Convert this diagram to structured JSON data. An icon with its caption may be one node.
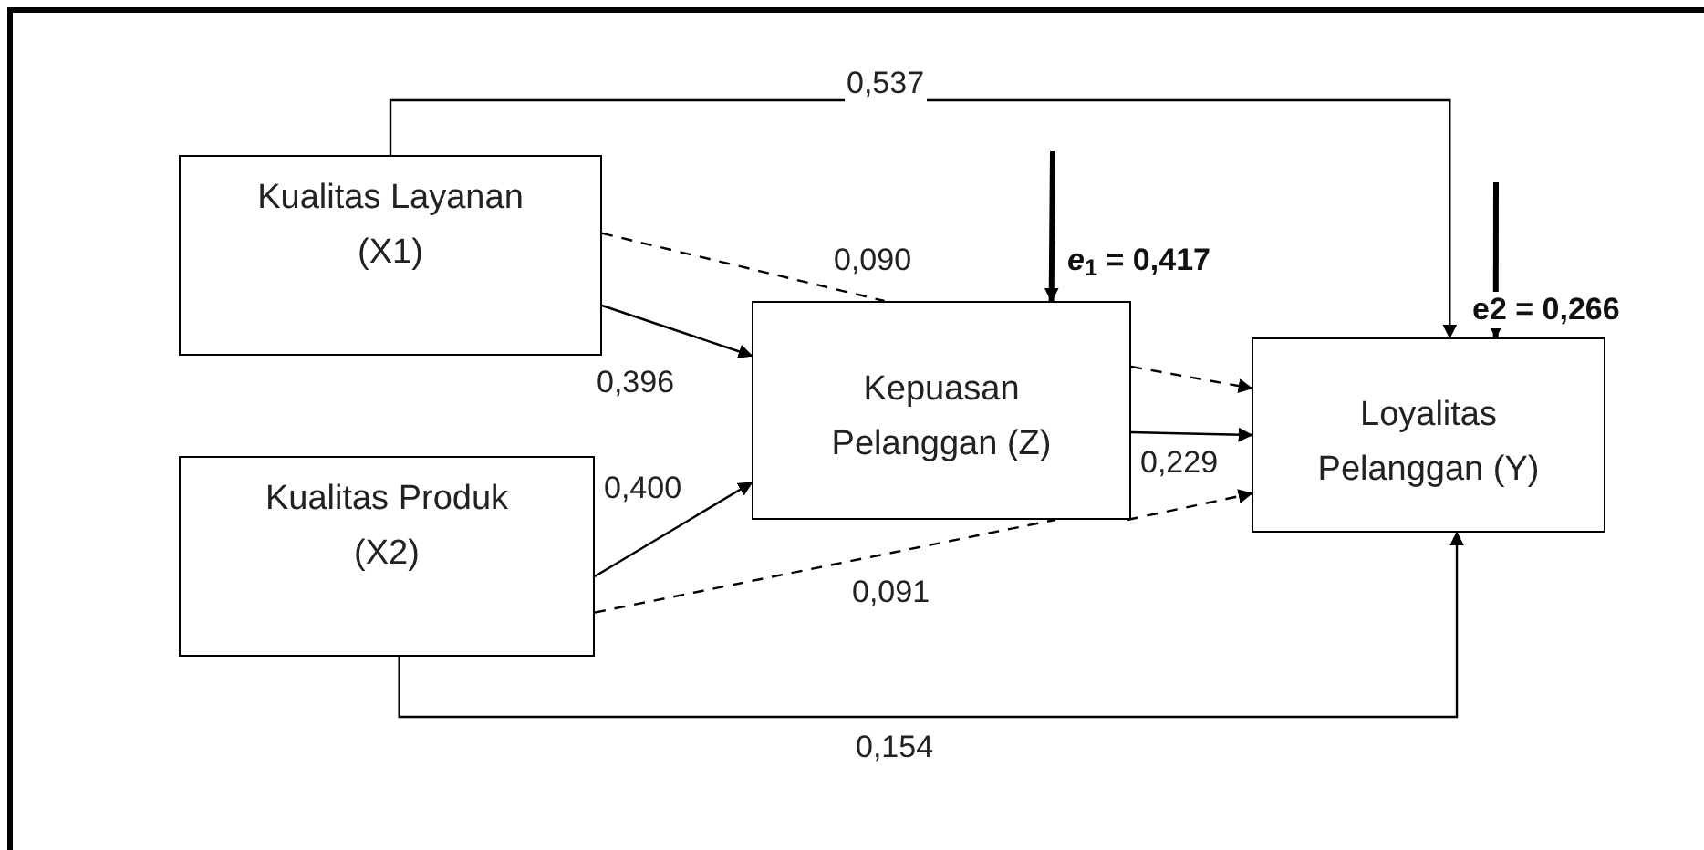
{
  "diagram": {
    "nodes": [
      {
        "text": [
          "Kualitas Layanan (X1)"
        ]
      },
      {
        "text": [
          "Kualitas Produk (X2)"
        ]
      },
      {
        "text": [
          "Kepuasan Pelanggan (Z)"
        ]
      },
      {
        "text": [
          "Loyalitas Pelanggan (Y)"
        ]
      }
    ],
    "edges": [
      {
        "from": 0,
        "to": 3,
        "arrow": "to",
        "label": "0,537"
      },
      {
        "from": 0,
        "to": 2,
        "arrow": "none",
        "label": "0,090",
        "style": "dashed"
      },
      {
        "from": 2,
        "to": 3,
        "arrow": "to",
        "style": "dashed"
      },
      {
        "from": 0,
        "to": 2,
        "arrow": "to",
        "label": "0,396"
      },
      {
        "from": 1,
        "to": 2,
        "arrow": "to",
        "label": "0,400"
      },
      {
        "from": 2,
        "to": 3,
        "arrow": "to",
        "label": "0,229"
      },
      {
        "from": 1,
        "to": 2,
        "arrow": "none",
        "label": "0,091",
        "style": "dashed"
      },
      {
        "from": 2,
        "to": 3,
        "arrow": "to",
        "style": "dashed"
      },
      {
        "from": 1,
        "to": 3,
        "arrow": "to",
        "label": "0,154"
      },
      {
        "from": null,
        "to": 2,
        "arrow": "to",
        "label": "*e*$_{1}$ = 0,417",
        "style": "thick"
      },
      {
        "from": null,
        "to": 3,
        "arrow": "to",
        "label": "e2 = 0,266",
        "style": "thick"
      }
    ]
  }
}
